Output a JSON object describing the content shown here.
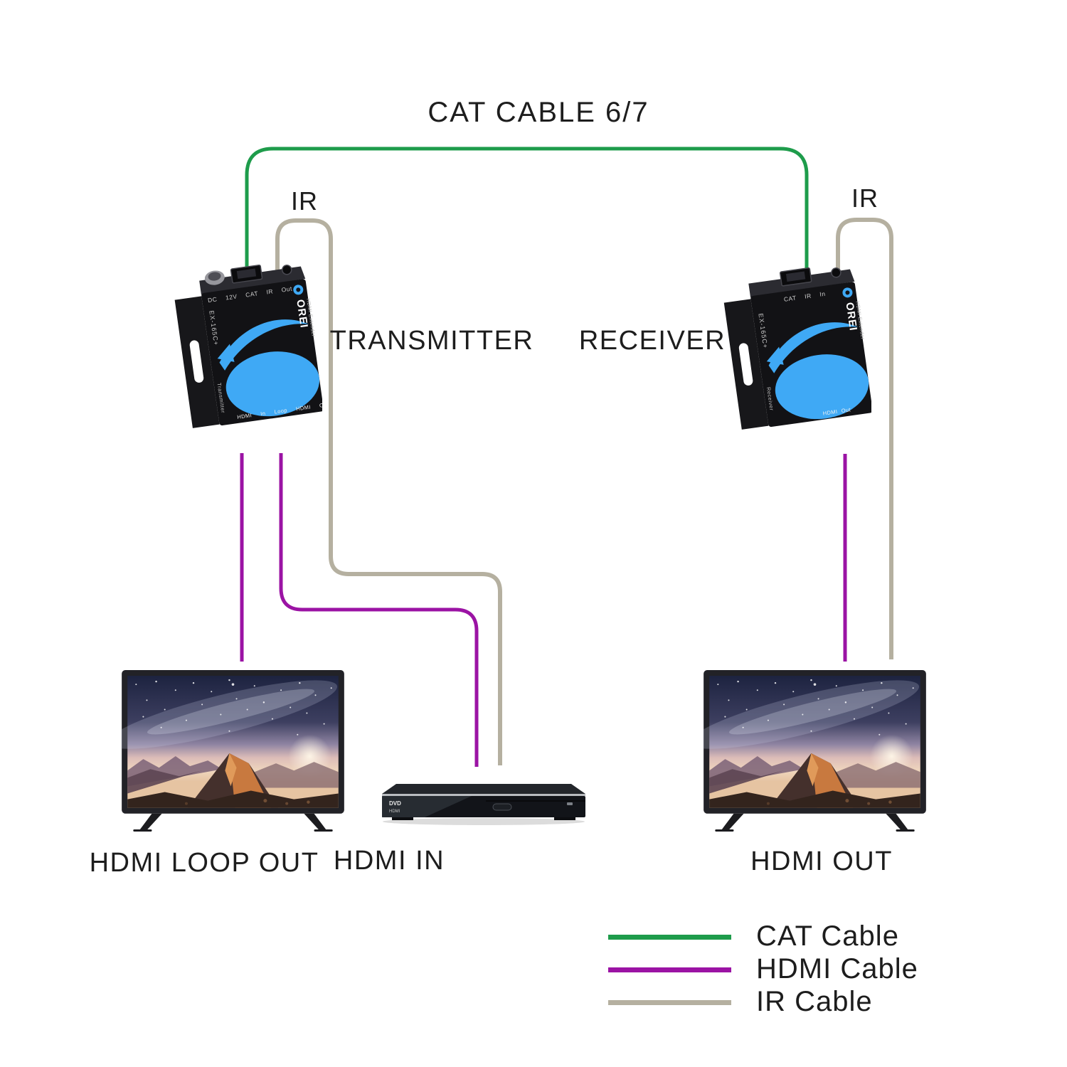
{
  "title": "CAT CABLE 6/7",
  "colors": {
    "cat_cable": "#1E9C4B",
    "hdmi_cable": "#9B13A4",
    "ir_cable": "#B5B0A0",
    "accent_blue": "#3FA9F5"
  },
  "labels": {
    "transmitter": "TRANSMITTER",
    "receiver": "RECEIVER",
    "ir_left": "IR",
    "ir_right": "IR",
    "hdmi_loop_out": "HDMI LOOP OUT",
    "hdmi_in": "HDMI IN",
    "hdmi_out": "HDMI OUT"
  },
  "devices": {
    "transmitter": {
      "brand": "OREI",
      "model": "EX-165C+",
      "product": "HDMI Extender",
      "role": "Transmitter",
      "top_ports": "DC 12V CAT IR Out",
      "bottom_ports": "HDMI In Loop HDMI Out"
    },
    "receiver": {
      "brand": "OREI",
      "model": "EX-165C+",
      "product": "HDMI Extender",
      "role": "Receiver",
      "top_ports": "CAT IR In",
      "bottom_ports": "HDMI Out"
    }
  },
  "dvd_player": {
    "logo": "DVD",
    "badge": "HDMI"
  },
  "legend": {
    "items": [
      {
        "label": "CAT Cable",
        "color": "#1E9C4B"
      },
      {
        "label": "HDMI Cable",
        "color": "#9B13A4"
      },
      {
        "label": "IR Cable",
        "color": "#B5B0A0"
      }
    ]
  }
}
